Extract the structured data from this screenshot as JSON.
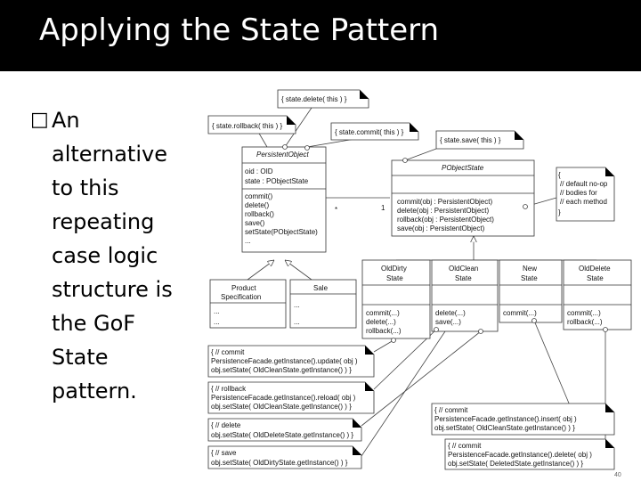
{
  "slide": {
    "title": "Applying the State Pattern",
    "bullet_glyph": "□",
    "bullet_lines": [
      "An",
      "alternative",
      "to this",
      "repeating",
      "case logic",
      "structure is",
      "the GoF",
      "State",
      "pattern."
    ],
    "page_number": "40"
  },
  "diagram": {
    "persistent_object": {
      "name": "PersistentObject",
      "attributes": [
        "oid : OID",
        "state : PObjectState"
      ],
      "operations": [
        "commit()",
        "delete()",
        "rollback()",
        "save()",
        "setState(PObjectState)",
        "..."
      ]
    },
    "pobject_state": {
      "name": "PObjectState",
      "operations": [
        "commit(obj : PersistentObject)",
        "delete(obj : PersistentObject)",
        "rollback(obj : PersistentObject)",
        "save(obj : PersistentObject)"
      ]
    },
    "association": {
      "many": "*",
      "one": "1"
    },
    "product_spec": {
      "name": [
        "Product",
        "Specification"
      ],
      "rows": [
        "...",
        "..."
      ]
    },
    "sale": {
      "name": "Sale",
      "rows": [
        "...",
        "..."
      ]
    },
    "states": [
      {
        "name": [
          "OldDirty",
          "State"
        ],
        "ops": [
          "commit(...)",
          "delete(...)",
          "rollback(...)"
        ]
      },
      {
        "name": [
          "OldClean",
          "State"
        ],
        "ops": [
          "delete(...)",
          "save(...)"
        ]
      },
      {
        "name": [
          "New",
          "State"
        ],
        "ops": [
          "commit(...)"
        ]
      },
      {
        "name": [
          "OldDelete",
          "State"
        ],
        "ops": [
          "commit(...)",
          "rollback(...)"
        ]
      }
    ],
    "notes": {
      "state_delete": [
        "{ state.delete( this ) }"
      ],
      "state_rollback": [
        "{ state.rollback( this ) }"
      ],
      "state_commit": [
        "{ state.commit( this ) }"
      ],
      "state_save": [
        "{ state.save( this ) }"
      ],
      "default_noop": [
        "{",
        "// default no-op",
        "// bodies for",
        "// each method",
        "}"
      ],
      "commit_update": [
        "{ // commit",
        "PersistenceFacade.getInstance().update( obj )",
        "obj.setState( OldCleanState.getInstance() ) }"
      ],
      "rollback_reload": [
        "{ // rollback",
        "PersistenceFacade.getInstance().reload( obj )",
        "obj.setState( OldCleanState.getInstance() ) }"
      ],
      "delete_note": [
        "{ // delete",
        "obj.setState( OldDeleteState.getInstance() ) }"
      ],
      "save_note": [
        "{ // save",
        "obj.setState( OldDirtyState.getInstance() ) }"
      ],
      "commit_insert": [
        "{ // commit",
        "PersistenceFacade.getInstance().insert( obj )",
        "obj.setState( OldCleanState.getInstance() ) }"
      ],
      "commit_delete": [
        "{ // commit",
        "PersistenceFacade.getInstance().delete( obj )",
        "obj.setState( DeletedState.getInstance() ) }"
      ]
    }
  },
  "colors": {
    "title_bar": "#000000",
    "title_text": "#ffffff",
    "line": "#333333"
  }
}
